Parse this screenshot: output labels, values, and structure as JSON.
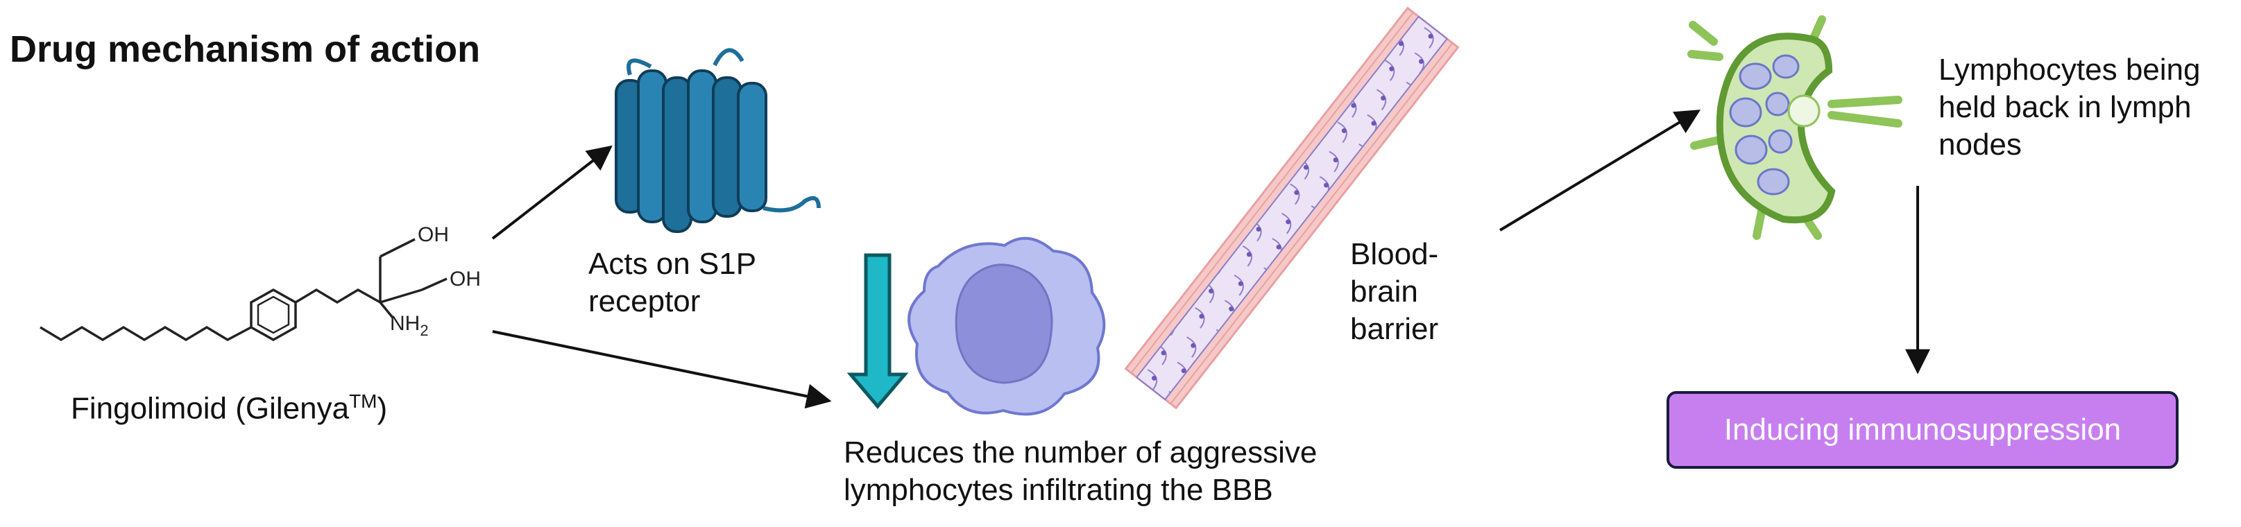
{
  "title": "Drug mechanism of action",
  "drug": {
    "name": "Fingolimoid (Gilenya",
    "trademark": "TM",
    "close": ")"
  },
  "molecule": {
    "oh1": "OH",
    "oh2": "OH",
    "nh2": "NH",
    "nh2_sub": "2"
  },
  "receptor_label": [
    "Acts on S1P",
    "receptor"
  ],
  "bbb_label": [
    "Blood-",
    "brain",
    "barrier"
  ],
  "reduce_label": [
    "Reduces the number of aggressive",
    "lymphocytes infiltrating the BBB"
  ],
  "lymph_label": [
    "Lymphocytes being",
    "held back in lymph",
    "nodes"
  ],
  "result_box": "Inducing immunosuppression",
  "colors": {
    "receptor": "#1e6f9a",
    "down_arrow": "#1fb8c8",
    "cell_outer": "#b9bff0",
    "cell_inner": "#8e8fda",
    "vessel_wall": "#f6c9c9",
    "vessel_lumen": "#ece4f6",
    "node_green": "#8ec45a",
    "result_box": "#c77ff0"
  },
  "icons": [
    "s1p-receptor-icon",
    "lymphocyte-cell-icon",
    "blood-vessel-icon",
    "lymph-node-icon"
  ]
}
